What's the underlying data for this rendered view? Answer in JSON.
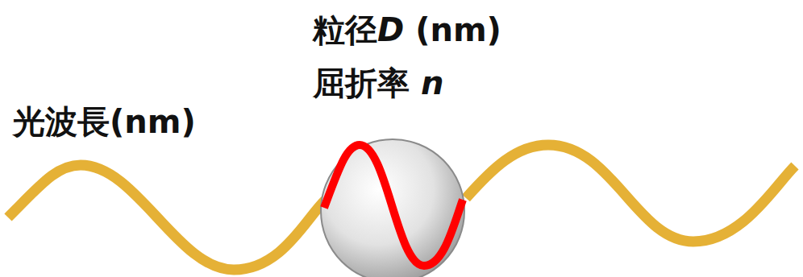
{
  "diagram": {
    "labels": [
      "光波長(nm)",
      "粒径D (nm)",
      "屈折率 n"
    ]
  }
}
